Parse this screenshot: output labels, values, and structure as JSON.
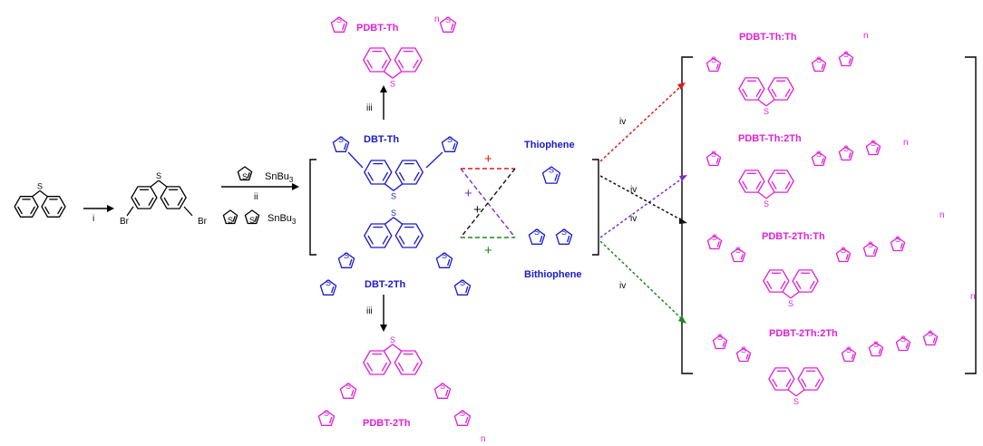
{
  "colors": {
    "black": "#000000",
    "blue": "#1a1acc",
    "magenta": "#e020d8",
    "red": "#e01818",
    "purple": "#7a2ed0",
    "green": "#1a8a1a",
    "dark": "#111111"
  },
  "labels": {
    "pdbt_th": "PDBT-Th",
    "pdbt_2th": "PDBT-2Th",
    "dbt_th": "DBT-Th",
    "dbt_2th": "DBT-2Th",
    "thiophene": "Thiophene",
    "bithiophene": "Bithiophene",
    "p_th_th": "PDBT-Th:Th",
    "p_th_2th": "PDBT-Th:2Th",
    "p_2th_th": "PDBT-2Th:Th",
    "p_2th_2th": "PDBT-2Th:2Th"
  },
  "steps": {
    "i": "i",
    "ii": "ii",
    "iii": "iii",
    "iv": "iv"
  },
  "atoms": {
    "s": "S",
    "br": "Br",
    "n": "n",
    "plus": "+"
  },
  "reagents": {
    "sn": "SnBu",
    "sub3": "3"
  }
}
